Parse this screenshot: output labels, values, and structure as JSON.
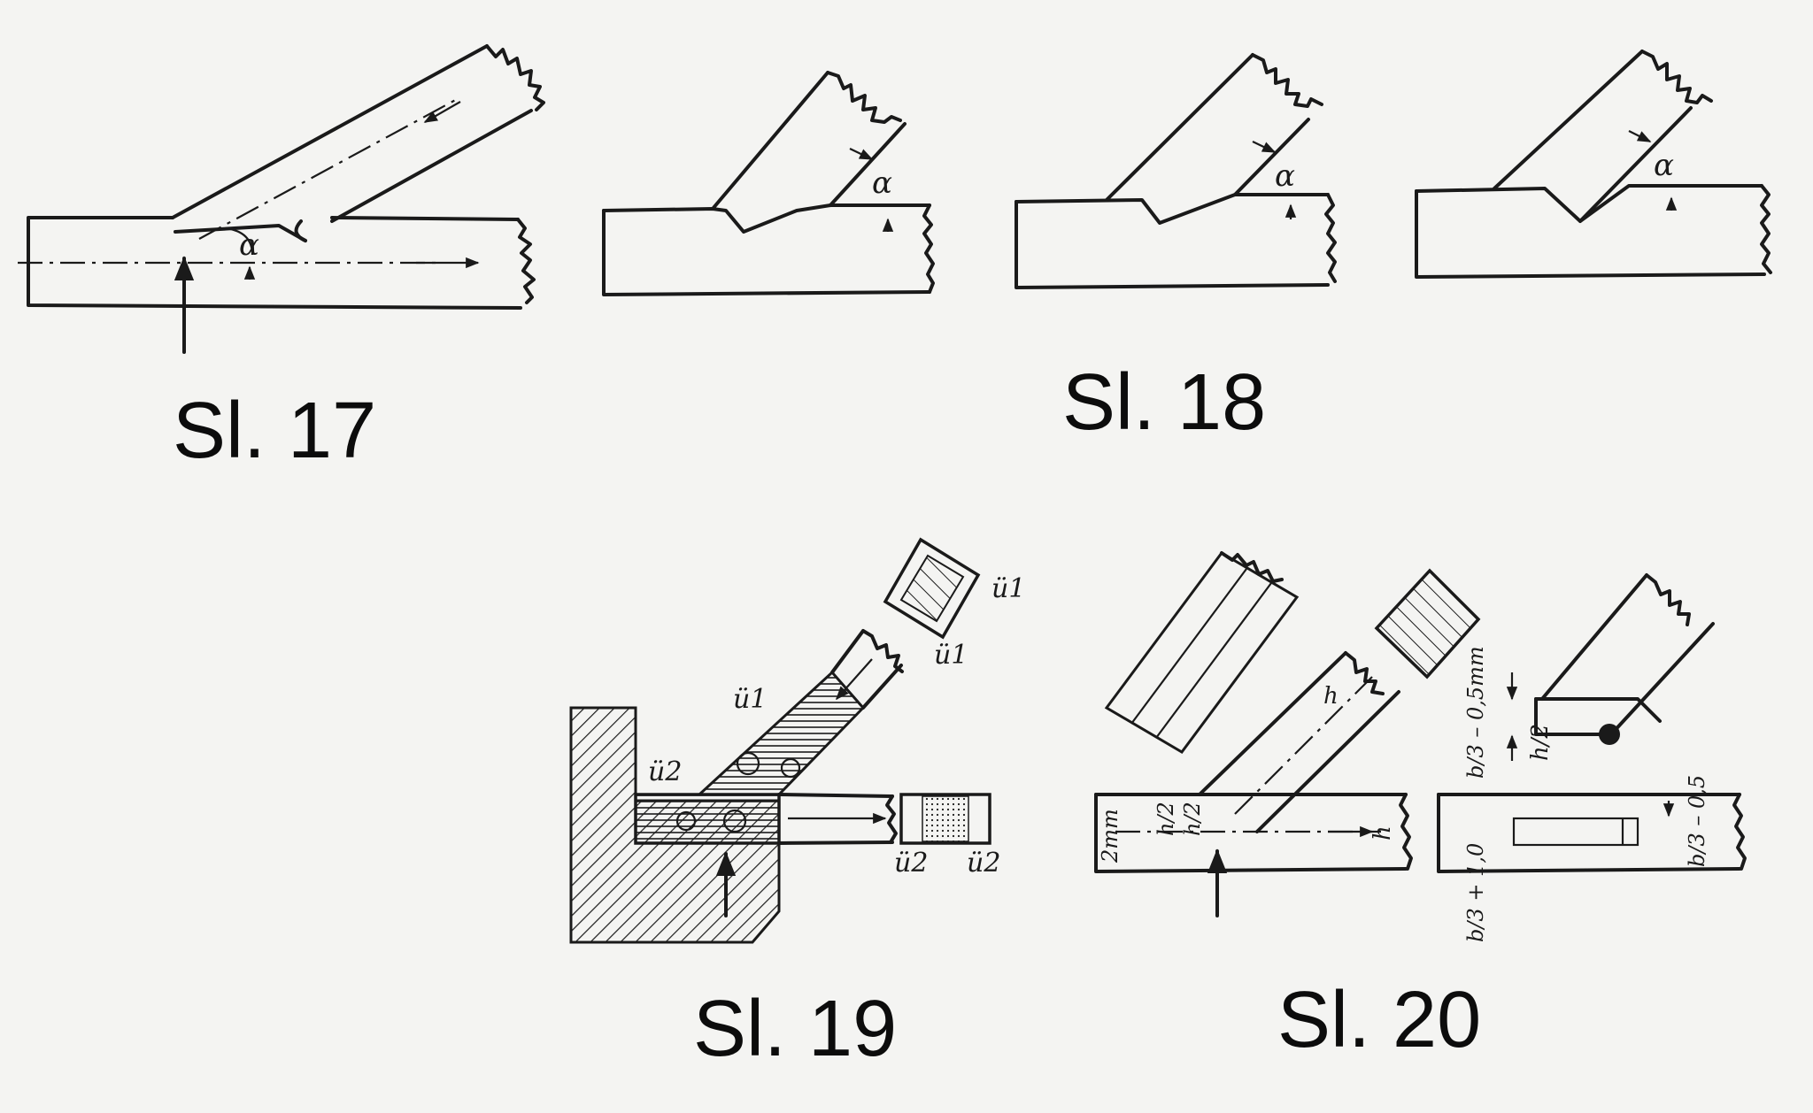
{
  "figures": [
    {
      "id": "fig17",
      "caption": "Sl. 17"
    },
    {
      "id": "fig18",
      "caption": "Sl. 18"
    },
    {
      "id": "fig19",
      "caption": "Sl. 19"
    },
    {
      "id": "fig20",
      "caption": "Sl. 20"
    }
  ],
  "symbols": {
    "alpha": "α",
    "u1": "ü1",
    "u2": "ü2",
    "h_over_2": "h/2",
    "h": "h",
    "two_mm": "2mm",
    "b_third_minus_05": "b/3 – 0,5mm",
    "b_third_minus_05_short": "b/3 – 0,5",
    "b_third_plus_10": "b/3 + 1,0"
  },
  "colors": {
    "ink": "#1a1a1a",
    "paper": "#f4f4f2"
  }
}
